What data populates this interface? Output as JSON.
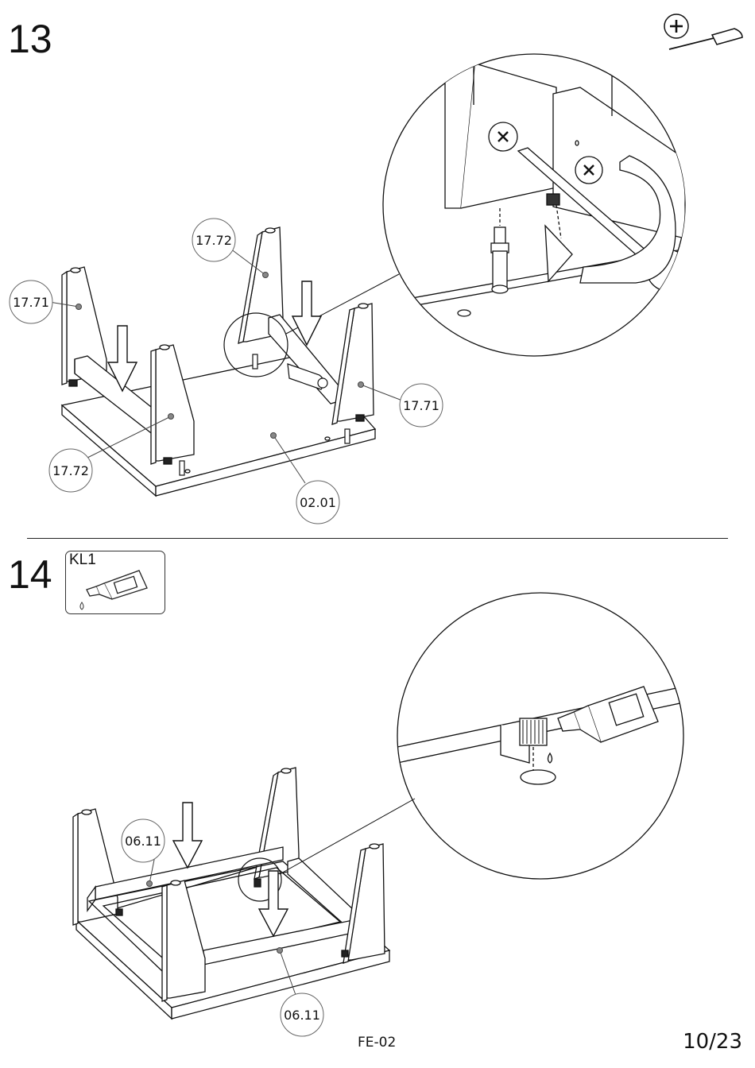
{
  "steps": [
    {
      "number": "13",
      "tool_icon": "phillips-screwdriver-icon"
    },
    {
      "number": "14",
      "glue": {
        "label": "KL1",
        "icon": "glue-bottle-icon"
      }
    }
  ],
  "callouts": {
    "step13": [
      "17.72",
      "17.71",
      "17.71",
      "17.72",
      "02.01"
    ],
    "step14": [
      "06.11",
      "06.11"
    ]
  },
  "footer": {
    "code": "FE-02",
    "page": "10/23"
  }
}
